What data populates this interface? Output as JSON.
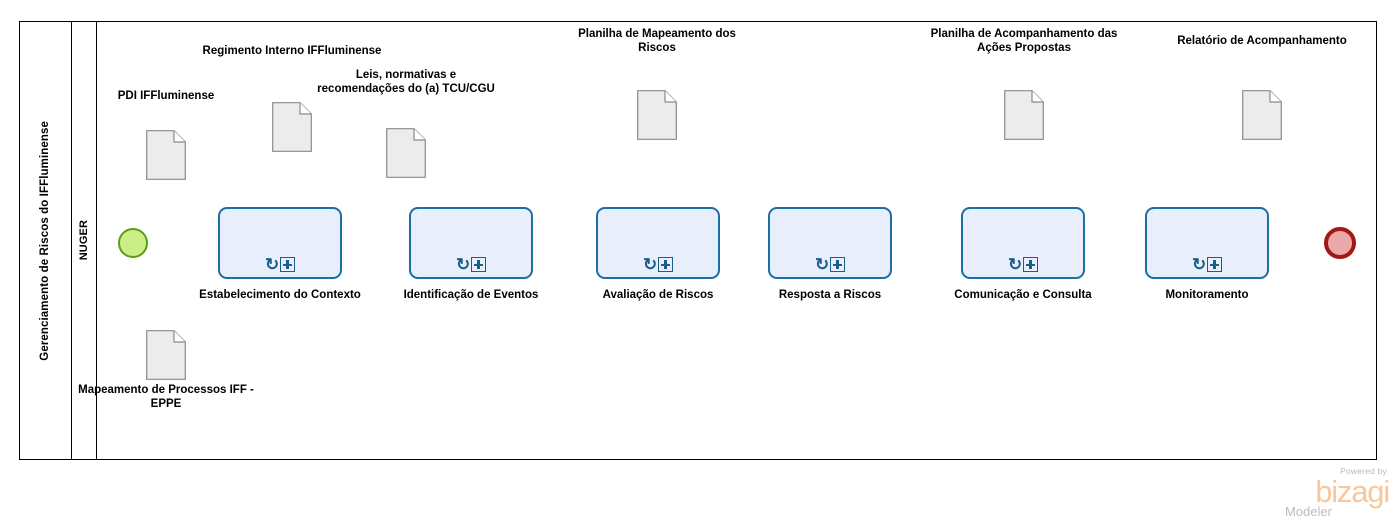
{
  "diagram": {
    "type": "bpmn-process",
    "pool": {
      "label": "Gerenciamento de Riscos do IFFluminense"
    },
    "lane": {
      "label": "NUGER"
    },
    "colors": {
      "task_fill": "#e8eefb",
      "task_border": "#1a6fa3",
      "marker": "#1a5e8a",
      "start_fill": "#ccee88",
      "start_border": "#5a9e15",
      "end_fill": "#eba8a8",
      "end_border": "#a11818",
      "doc_fill": "#ececec",
      "doc_border": "#8a8a8a",
      "frame": "#000000",
      "brand": "#f7c89a"
    }
  },
  "events": {
    "start": {
      "name": "start-event",
      "label": ""
    },
    "end": {
      "name": "end-event",
      "label": ""
    }
  },
  "tasks": [
    {
      "id": "estabelecimento",
      "label": "Estabelecimento do Contexto",
      "markers": [
        "loop",
        "subprocess"
      ]
    },
    {
      "id": "identificacao",
      "label": "Identificação de Eventos",
      "markers": [
        "loop",
        "subprocess"
      ]
    },
    {
      "id": "avaliacao",
      "label": "Avaliação de Riscos",
      "markers": [
        "loop",
        "subprocess"
      ]
    },
    {
      "id": "resposta",
      "label": "Resposta a Riscos",
      "markers": [
        "loop",
        "subprocess"
      ]
    },
    {
      "id": "comunicacao",
      "label": "Comunicação e Consulta",
      "markers": [
        "loop",
        "subprocess"
      ]
    },
    {
      "id": "monitoramento",
      "label": "Monitoramento",
      "markers": [
        "loop",
        "subprocess"
      ]
    }
  ],
  "documents": [
    {
      "id": "pdi",
      "label": "PDI IFFluminense"
    },
    {
      "id": "regimento",
      "label": "Regimento Interno IFFluminense"
    },
    {
      "id": "leis",
      "label": "Leis, normativas e recomendações do (a) TCU/CGU"
    },
    {
      "id": "mapeamento-proc",
      "label": "Mapeamento de Processos IFF - EPPE"
    },
    {
      "id": "planilha-map",
      "label": "Planilha de Mapeamento dos Riscos"
    },
    {
      "id": "planilha-acomp",
      "label": "Planilha de Acompanhamento das Ações Propostas"
    },
    {
      "id": "relatorio",
      "label": "Relatório de Acompanhamento"
    }
  ],
  "logo": {
    "powered_by": "Powered by",
    "brand": "bizagi",
    "product": "Modeler"
  }
}
